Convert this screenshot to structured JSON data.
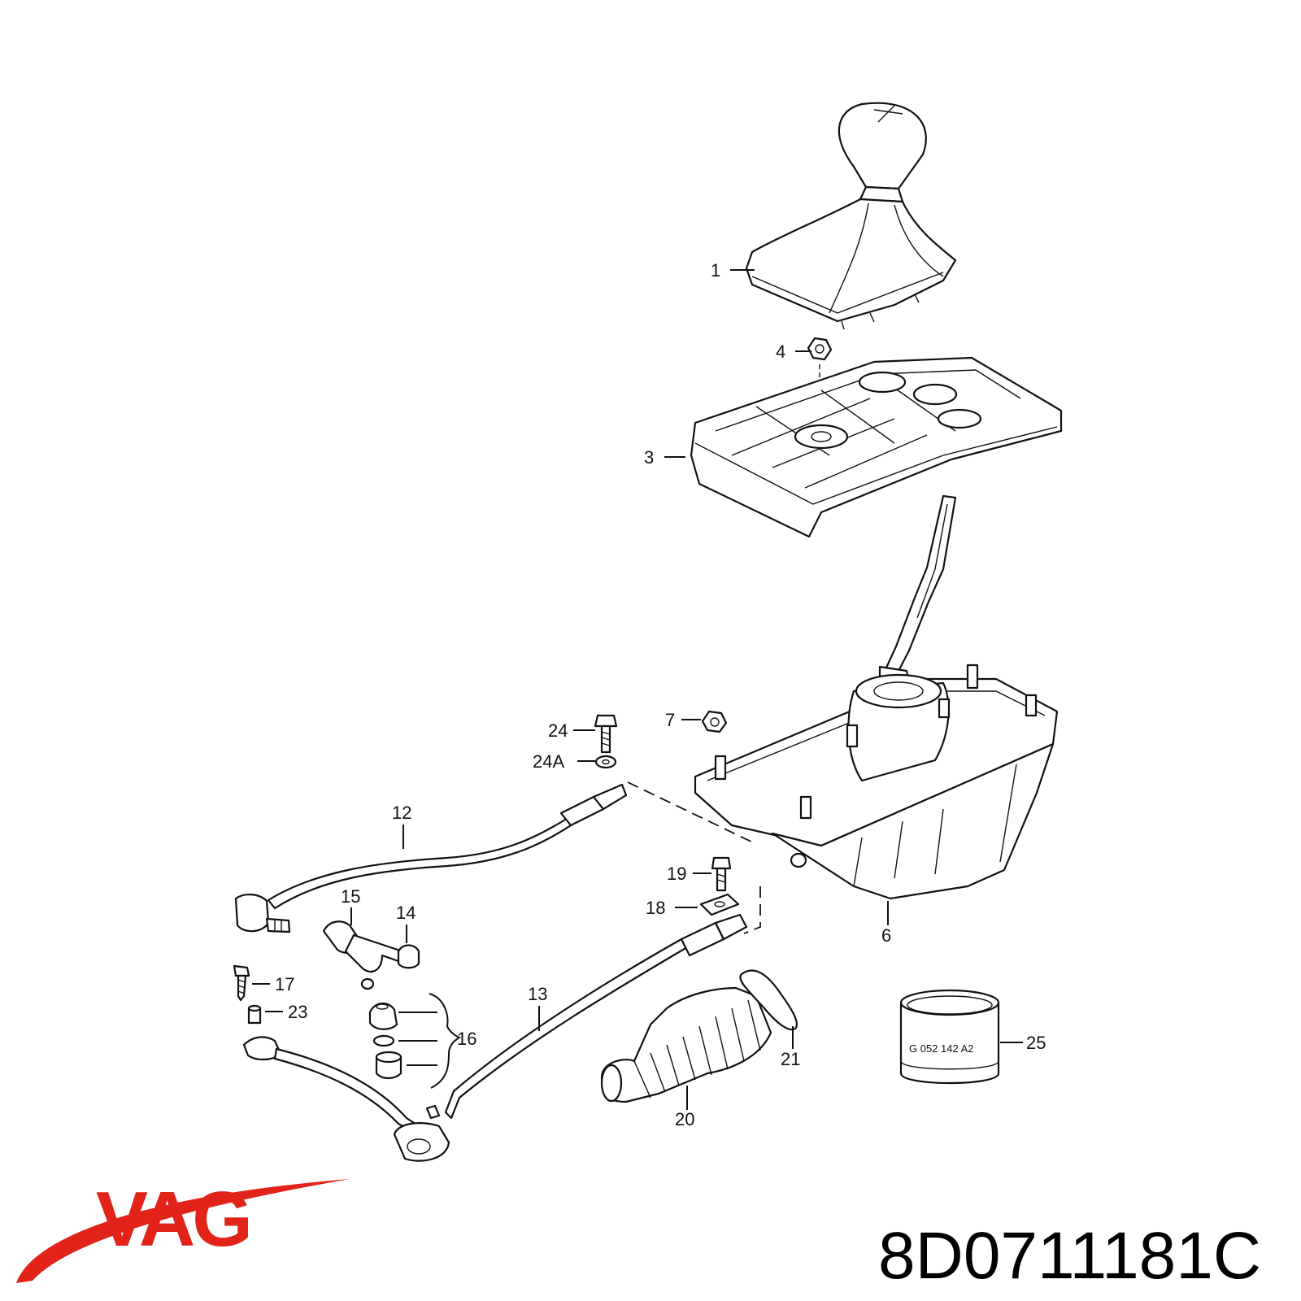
{
  "diagram": {
    "callouts": [
      {
        "id": "1",
        "text": "1"
      },
      {
        "id": "3",
        "text": "3"
      },
      {
        "id": "4",
        "text": "4"
      },
      {
        "id": "6",
        "text": "6"
      },
      {
        "id": "7",
        "text": "7"
      },
      {
        "id": "12",
        "text": "12"
      },
      {
        "id": "13",
        "text": "13"
      },
      {
        "id": "14",
        "text": "14"
      },
      {
        "id": "15",
        "text": "15"
      },
      {
        "id": "16",
        "text": "16"
      },
      {
        "id": "17",
        "text": "17"
      },
      {
        "id": "18",
        "text": "18"
      },
      {
        "id": "19",
        "text": "19"
      },
      {
        "id": "20",
        "text": "20"
      },
      {
        "id": "21",
        "text": "21"
      },
      {
        "id": "23",
        "text": "23"
      },
      {
        "id": "24",
        "text": "24"
      },
      {
        "id": "24A",
        "text": "24A"
      },
      {
        "id": "25",
        "text": "25"
      }
    ],
    "grease_stamp": "G 052 142 A2"
  },
  "brand": {
    "logo_text": "VAG",
    "logo_color": "#e2231a"
  },
  "part_number": "8D0711181C"
}
